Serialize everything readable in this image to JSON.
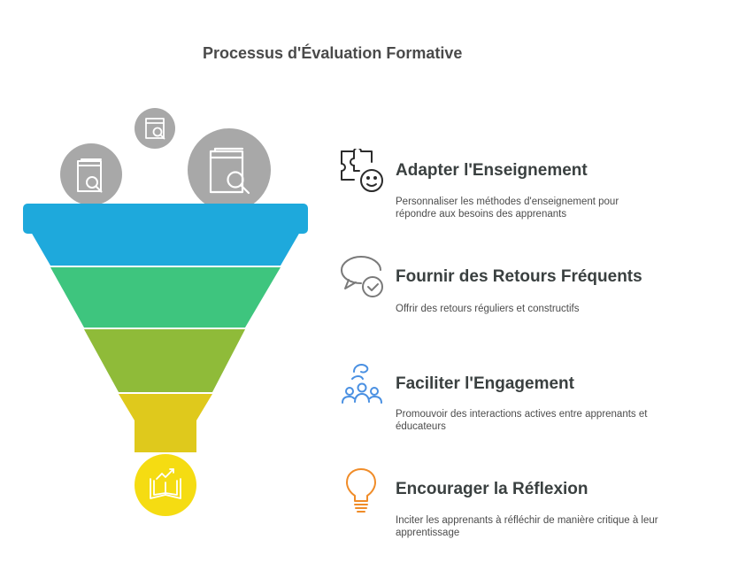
{
  "title": "Processus d'Évaluation Formative",
  "items": [
    {
      "title": "Adapter l'Enseignement",
      "description": "Personnaliser les méthodes d'enseignement pour répondre aux besoins des apprenants",
      "icon": "puzzle-face-icon",
      "color": "#1ea9dc"
    },
    {
      "title": "Fournir des Retours Fréquents",
      "description": "Offrir des retours réguliers et constructifs",
      "icon": "speech-bubble-check-icon",
      "color": "#3ec57e"
    },
    {
      "title": "Faciliter l'Engagement",
      "description": "Promouvoir des interactions actives entre apprenants et éducateurs",
      "icon": "people-group-icon",
      "color": "#8fbb39"
    },
    {
      "title": "Encourager la Réflexion",
      "description": "Inciter les apprenants à réfléchir de manière critique à leur apprentissage",
      "icon": "lightbulb-icon",
      "color": "#dfc91c"
    }
  ],
  "funnel": {
    "rim_color": "#1ea9dc",
    "bottom_circle_color": "#f5dc12",
    "bottom_icon": "open-book-growth-icon",
    "input_icons": [
      "book-search-icon",
      "document-search-icon",
      "book-search-icon"
    ],
    "input_circle_color": "#a8a8a8"
  }
}
